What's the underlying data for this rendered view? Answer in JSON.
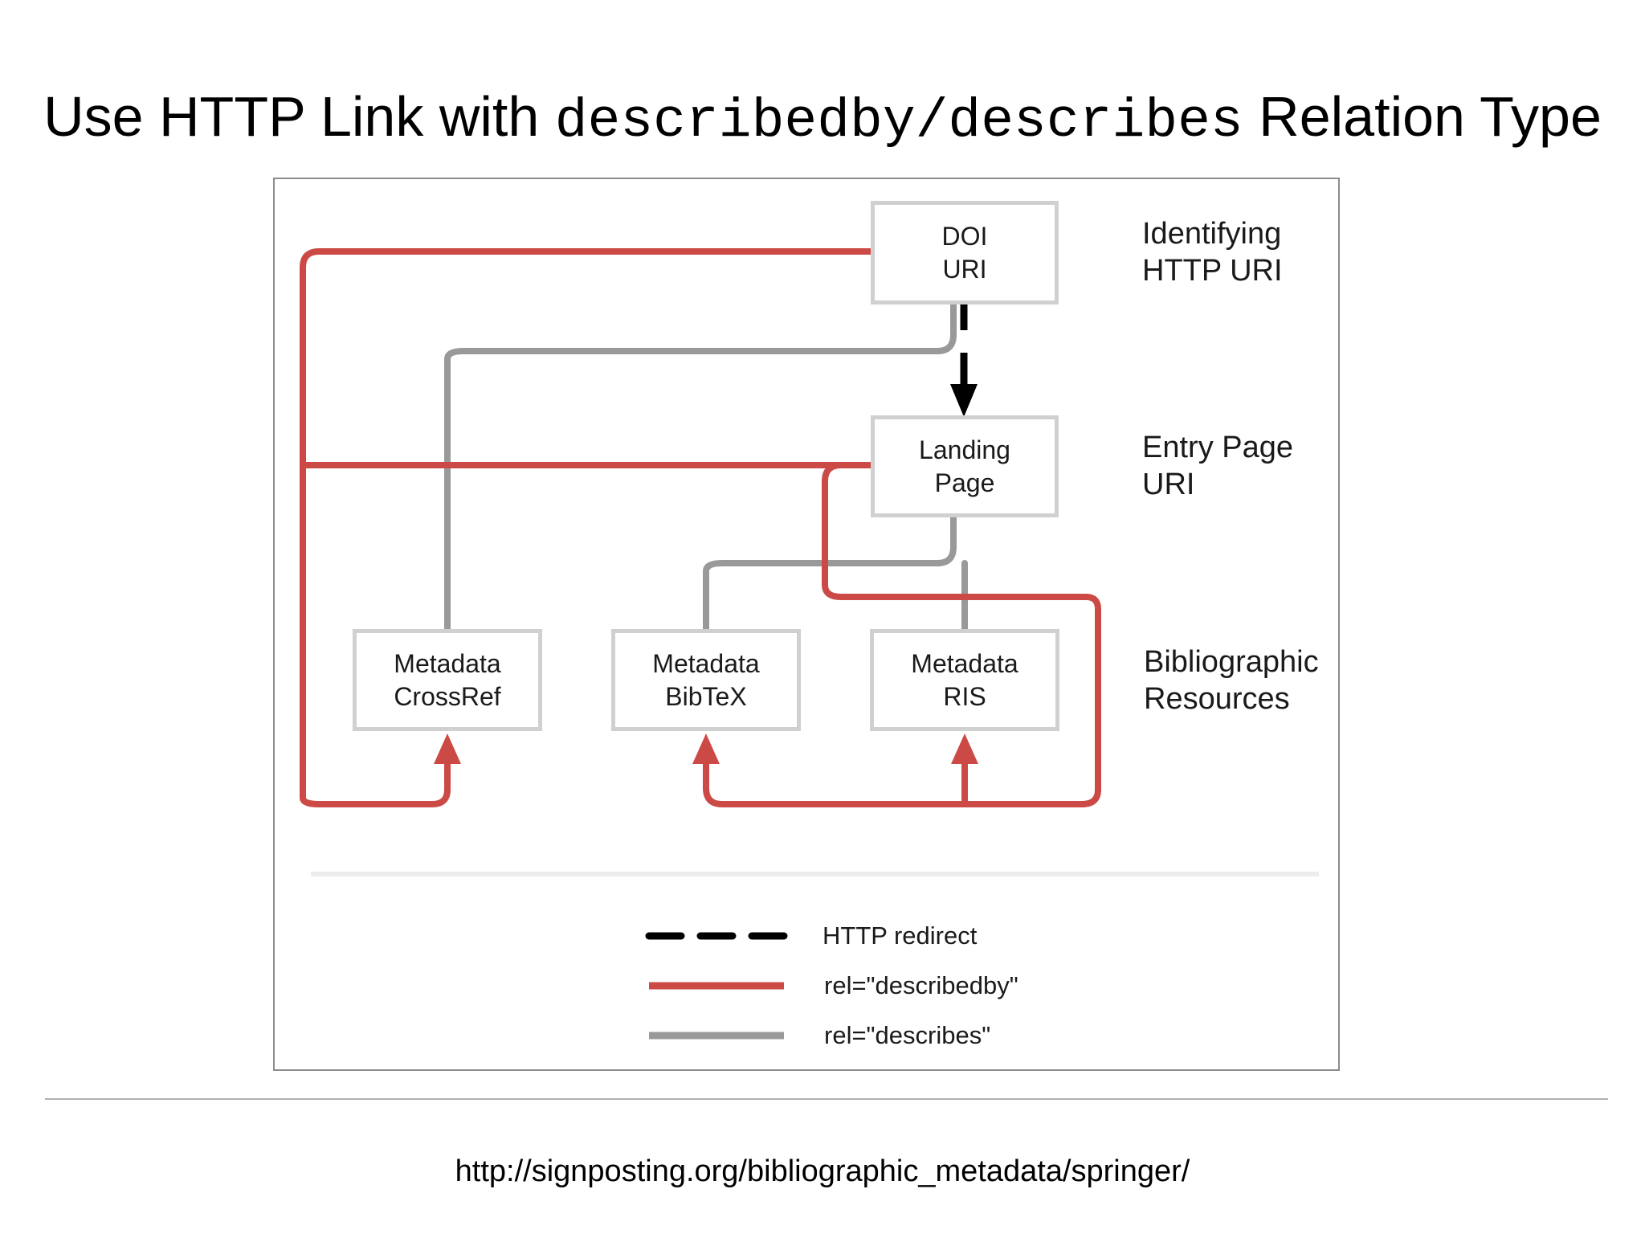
{
  "title": {
    "prefix": "Use HTTP Link with ",
    "code": "describedby/describes",
    "suffix": " Relation Type"
  },
  "diagram": {
    "boxes": {
      "doi": {
        "line1": "DOI",
        "line2": "URI"
      },
      "landing": {
        "line1": "Landing",
        "line2": "Page"
      },
      "crossref": {
        "line1": "Metadata",
        "line2": "CrossRef"
      },
      "bibtex": {
        "line1": "Metadata",
        "line2": "BibTeX"
      },
      "ris": {
        "line1": "Metadata",
        "line2": "RIS"
      }
    },
    "side_labels": {
      "identifying": {
        "line1": "Identifying",
        "line2": "HTTP URI"
      },
      "entry": {
        "line1": "Entry Page",
        "line2": "URI"
      },
      "bibliographic": {
        "line1": "Bibliographic",
        "line2": "Resources"
      }
    },
    "legend": [
      {
        "label": "HTTP redirect",
        "style": "dashed",
        "color": "#000000"
      },
      {
        "label": "rel=\"describedby\"",
        "style": "solid",
        "color": "#cc4a45"
      },
      {
        "label": "rel=\"describes\"",
        "style": "solid",
        "color": "#999999"
      }
    ],
    "colors": {
      "describedby": "#cc4a45",
      "describes": "#999999",
      "redirect": "#000000"
    }
  },
  "footer": {
    "url": "http://signposting.org/bibliographic_metadata/springer/"
  }
}
